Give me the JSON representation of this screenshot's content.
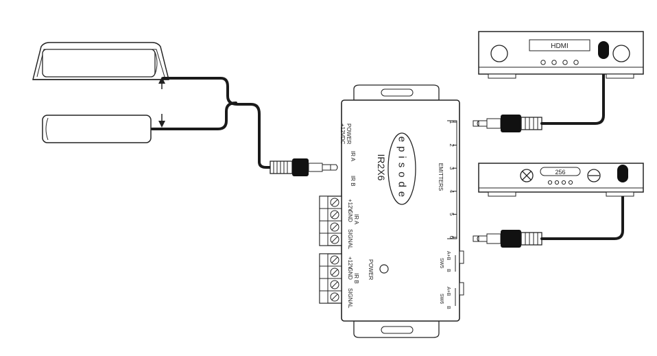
{
  "hub": {
    "brand": "episode",
    "model": "IR2X6",
    "power_dc_label": "POWER\n+12VDC",
    "ir_a_label": "IR A",
    "ir_b_label": "IR B",
    "emitters_label": "EMITTERS",
    "emitter_numbers": [
      "1",
      "2",
      "3",
      "4",
      "5",
      "6"
    ],
    "terminal_a": {
      "p12v": "+12V",
      "gnd": "GND",
      "ir": "IR A",
      "signal": "SIGNAL"
    },
    "terminal_b": {
      "p12v": "+12V",
      "gnd": "GND",
      "ir": "IR B",
      "signal": "SIGNAL"
    },
    "power_led_label": "POWER",
    "switch1": {
      "ab": "A+B",
      "name": "SW5",
      "b": "B"
    },
    "switch2": {
      "ab": "A+B",
      "name": "SW6",
      "b": "B"
    }
  },
  "devices": {
    "top": {
      "display_text": "HDMI"
    },
    "bottom": {
      "display_text": "256"
    }
  }
}
